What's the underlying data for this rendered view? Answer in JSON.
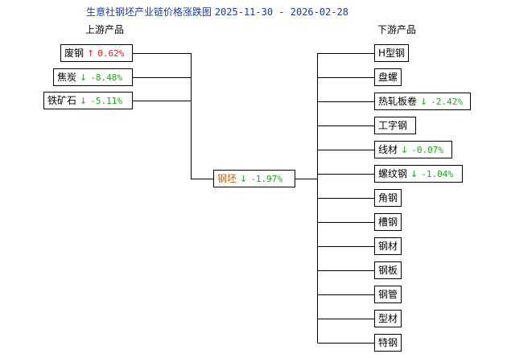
{
  "title": {
    "text": "生意社钢坯产业链价格涨跌图",
    "range": "2025-11-30 - 2026-02-28"
  },
  "headers": {
    "upstream": "上游产品",
    "downstream": "下游产品"
  },
  "upstream": [
    {
      "name": "废钢",
      "arrow": "↑",
      "change": "0.62%",
      "dir": "up"
    },
    {
      "name": "焦炭",
      "arrow": "↓",
      "change": "-8.48%",
      "dir": "down"
    },
    {
      "name": "铁矿石",
      "arrow": "↓",
      "change": "-5.11%",
      "dir": "down"
    }
  ],
  "center": {
    "name": "钢坯",
    "arrow": "↓",
    "change": "-1.97%",
    "dir": "down"
  },
  "downstream": [
    {
      "name": "H型钢"
    },
    {
      "name": "盘螺"
    },
    {
      "name": "热轧板卷",
      "arrow": "↓",
      "change": "-2.42%",
      "dir": "down"
    },
    {
      "name": "工字钢"
    },
    {
      "name": "线材",
      "arrow": "↓",
      "change": "-0.07%",
      "dir": "down"
    },
    {
      "name": "螺纹钢",
      "arrow": "↓",
      "change": "-1.04%",
      "dir": "down"
    },
    {
      "name": "角钢"
    },
    {
      "name": "槽钢"
    },
    {
      "name": "钢材"
    },
    {
      "name": "钢板"
    },
    {
      "name": "钢管"
    },
    {
      "name": "型材"
    },
    {
      "name": "特钢"
    }
  ]
}
